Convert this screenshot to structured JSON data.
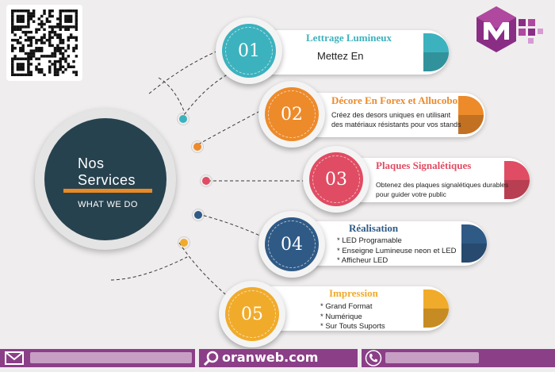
{
  "hub": {
    "title_line1": "Nos",
    "title_line2": "Services",
    "subtitle": "WHAT WE DO"
  },
  "services": [
    {
      "number": "01",
      "title": "Lettrage Lumineux",
      "lines": [
        "Mettez En"
      ],
      "color": "#3cb2be"
    },
    {
      "number": "02",
      "title": "Décore En Forex et Allucobond",
      "lines": [
        "Créez des desors uniques en utilisant",
        "des matériaux résistants pour vos stands"
      ],
      "color": "#ed8a2a"
    },
    {
      "number": "03",
      "title": "Plaques Signalétiques",
      "lines": [
        "Obtenez des plaques signalétiques durables",
        "pour guider votre public"
      ],
      "color": "#e04c63"
    },
    {
      "number": "04",
      "title": "Réalisation",
      "lines": [
        "* LED Programable",
        "* Enseigne Lumineuse neon et LED",
        "* Afficheur LED"
      ],
      "color": "#2f5a86"
    },
    {
      "number": "05",
      "title": "Impression",
      "lines": [
        "* Grand Format",
        "* Numérique",
        "* Sur Touts Suports"
      ],
      "color": "#f1ab2b"
    }
  ],
  "footer": {
    "website": "oranweb.com"
  },
  "icons": {
    "email": "envelope-icon",
    "web": "search-icon",
    "phone": "phone-icon",
    "qr": "qr-code-icon",
    "logo": "brand-logo"
  }
}
